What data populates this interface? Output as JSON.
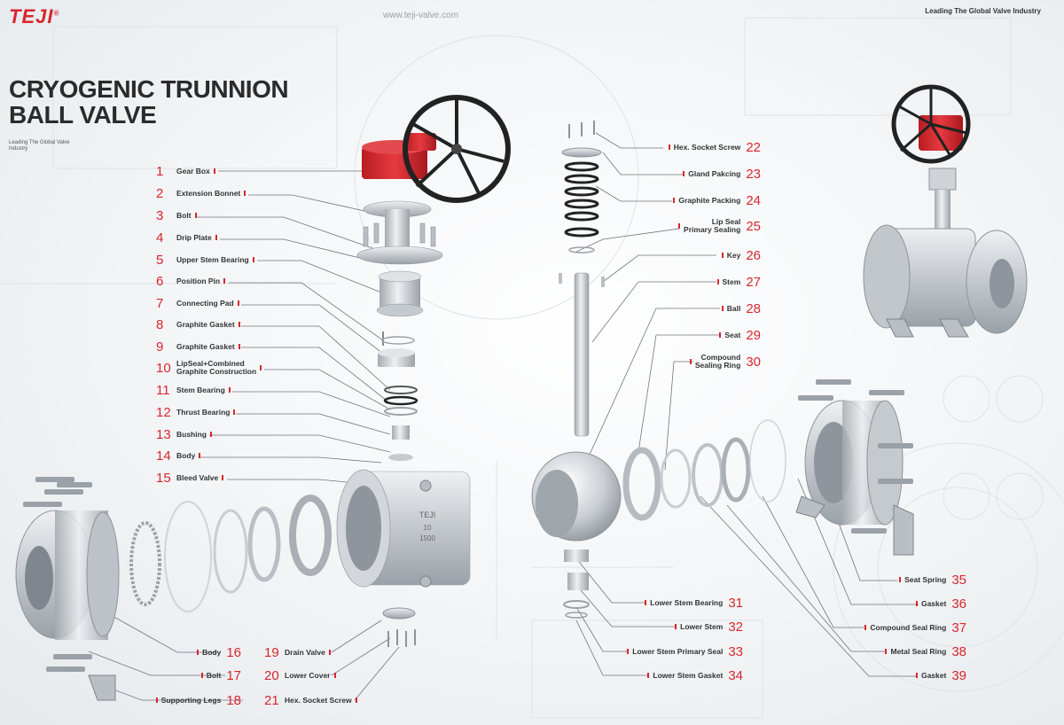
{
  "header": {
    "logo_text": "TEJI",
    "logo_mark": "®",
    "website": "www.teji-valve.com",
    "tagline": "Leading The Global Valve Industry"
  },
  "title": {
    "line1": "CRYOGENIC TRUNNION",
    "line2": "BALL VALVE"
  },
  "sub_tagline": "Leading The Global Valve Industry",
  "colors": {
    "brand_red": "#d8262c",
    "steel": "#c9ced3",
    "handwheel": "#222222",
    "gearbox": "#d8262c"
  },
  "markings": {
    "body_brand": "TEJI",
    "body_size": "10",
    "body_class": "1500"
  },
  "parts": [
    {
      "num": "1",
      "name": "Gear Box"
    },
    {
      "num": "2",
      "name": "Extension Bonnet"
    },
    {
      "num": "3",
      "name": "Bolt"
    },
    {
      "num": "4",
      "name": "Drip Plate"
    },
    {
      "num": "5",
      "name": "Upper Stem Bearing"
    },
    {
      "num": "6",
      "name": "Position Pin"
    },
    {
      "num": "7",
      "name": "Connecting Pad"
    },
    {
      "num": "8",
      "name": "Graphite Gasket"
    },
    {
      "num": "9",
      "name": "Graphite Gasket"
    },
    {
      "num": "10",
      "name": "LipSeal+Combined\nGraphite Construction"
    },
    {
      "num": "11",
      "name": "Stem Bearing"
    },
    {
      "num": "12",
      "name": "Thrust Bearing"
    },
    {
      "num": "13",
      "name": "Bushing"
    },
    {
      "num": "14",
      "name": "Body"
    },
    {
      "num": "15",
      "name": "Bleed Valve"
    },
    {
      "num": "16",
      "name": "Body"
    },
    {
      "num": "17",
      "name": "Bolt"
    },
    {
      "num": "18",
      "name": "Supporting Legs"
    },
    {
      "num": "19",
      "name": "Drain Valve"
    },
    {
      "num": "20",
      "name": "Lower Cover"
    },
    {
      "num": "21",
      "name": "Hex. Socket Screw"
    },
    {
      "num": "22",
      "name": "Hex. Socket Screw"
    },
    {
      "num": "23",
      "name": "Gland Pakcing"
    },
    {
      "num": "24",
      "name": "Graphite Packing"
    },
    {
      "num": "25",
      "name": "Lip Seal\nPrimary Sealing"
    },
    {
      "num": "26",
      "name": "Key"
    },
    {
      "num": "27",
      "name": "Stem"
    },
    {
      "num": "28",
      "name": "Ball"
    },
    {
      "num": "29",
      "name": "Seat"
    },
    {
      "num": "30",
      "name": "Compound\nSealing Ring"
    },
    {
      "num": "31",
      "name": "Lower Stem Bearing"
    },
    {
      "num": "32",
      "name": "Lower Stem"
    },
    {
      "num": "33",
      "name": "Lower Stem Primary Seal"
    },
    {
      "num": "34",
      "name": "Lower Stem Gasket"
    },
    {
      "num": "35",
      "name": "Seat Spring"
    },
    {
      "num": "36",
      "name": "Gasket"
    },
    {
      "num": "37",
      "name": "Compound Seal Ring"
    },
    {
      "num": "38",
      "name": "Metal Seal Ring"
    },
    {
      "num": "39",
      "name": "Gasket"
    }
  ]
}
